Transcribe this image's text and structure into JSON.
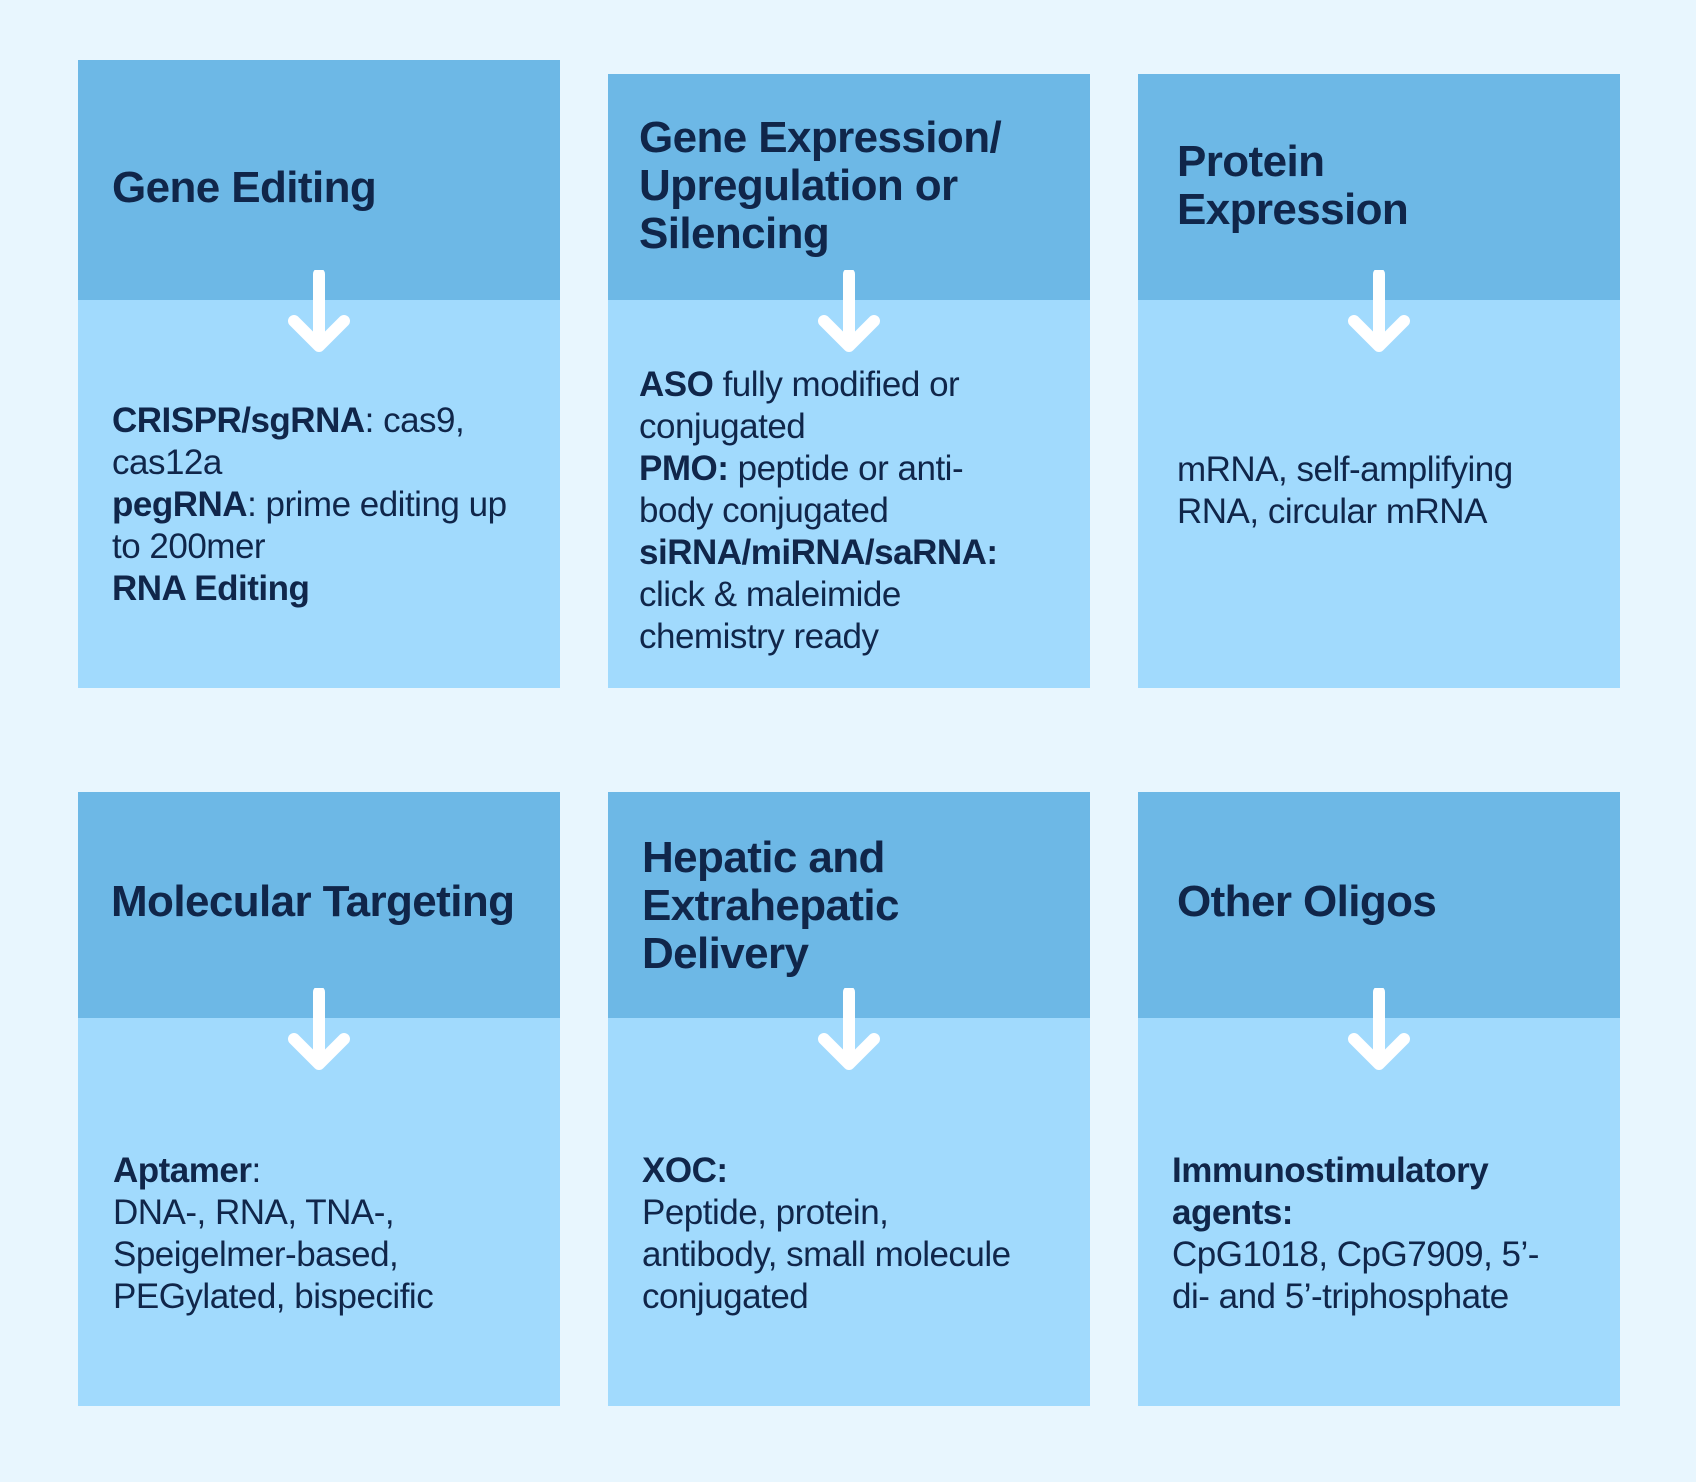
{
  "cards": [
    {
      "title": "Gene Editing",
      "lines": [
        {
          "bold": "CRISPR/sgRNA",
          "text": ": cas9,"
        },
        {
          "bold": "",
          "text": "cas12a"
        },
        {
          "bold": "pegRNA",
          "text": ": prime editing up"
        },
        {
          "bold": "",
          "text": "to 200mer"
        },
        {
          "bold": "RNA Editing",
          "text": ""
        }
      ]
    },
    {
      "title": "Gene Expression/\nUpregulation or\nSilencing",
      "lines": [
        {
          "bold": "ASO",
          "text": " fully modified or"
        },
        {
          "bold": "",
          "text": "conjugated"
        },
        {
          "bold": "PMO:",
          "text": " peptide or anti-"
        },
        {
          "bold": "",
          "text": "body conjugated"
        },
        {
          "bold": "siRNA/miRNA/saRNA:",
          "text": ""
        },
        {
          "bold": "",
          "text": "click & maleimide"
        },
        {
          "bold": "",
          "text": "chemistry ready"
        }
      ]
    },
    {
      "title": "Protein\nExpression",
      "lines": [
        {
          "bold": "",
          "text": "mRNA, self-amplifying"
        },
        {
          "bold": "",
          "text": "RNA, circular mRNA"
        }
      ]
    },
    {
      "title": "Molecular Targeting",
      "lines": [
        {
          "bold": "Aptamer",
          "text": ":"
        },
        {
          "bold": "",
          "text": "DNA-, RNA, TNA-,"
        },
        {
          "bold": "",
          "text": "Speigelmer-based,"
        },
        {
          "bold": "",
          "text": "PEGylated, bispecific"
        }
      ]
    },
    {
      "title": "Hepatic and\nExtrahepatic\nDelivery",
      "lines": [
        {
          "bold": "XOC:",
          "text": ""
        },
        {
          "bold": "",
          "text": "Peptide, protein,"
        },
        {
          "bold": "",
          "text": "antibody, small molecule"
        },
        {
          "bold": "",
          "text": "conjugated"
        }
      ]
    },
    {
      "title": "Other Oligos",
      "lines": [
        {
          "bold": "Immunostimulatory",
          "text": ""
        },
        {
          "bold": "agents:",
          "text": ""
        },
        {
          "bold": "",
          "text": "CpG1018, CpG7909, 5’-"
        },
        {
          "bold": "",
          "text": "di- and 5’-triphosphate"
        }
      ]
    }
  ]
}
